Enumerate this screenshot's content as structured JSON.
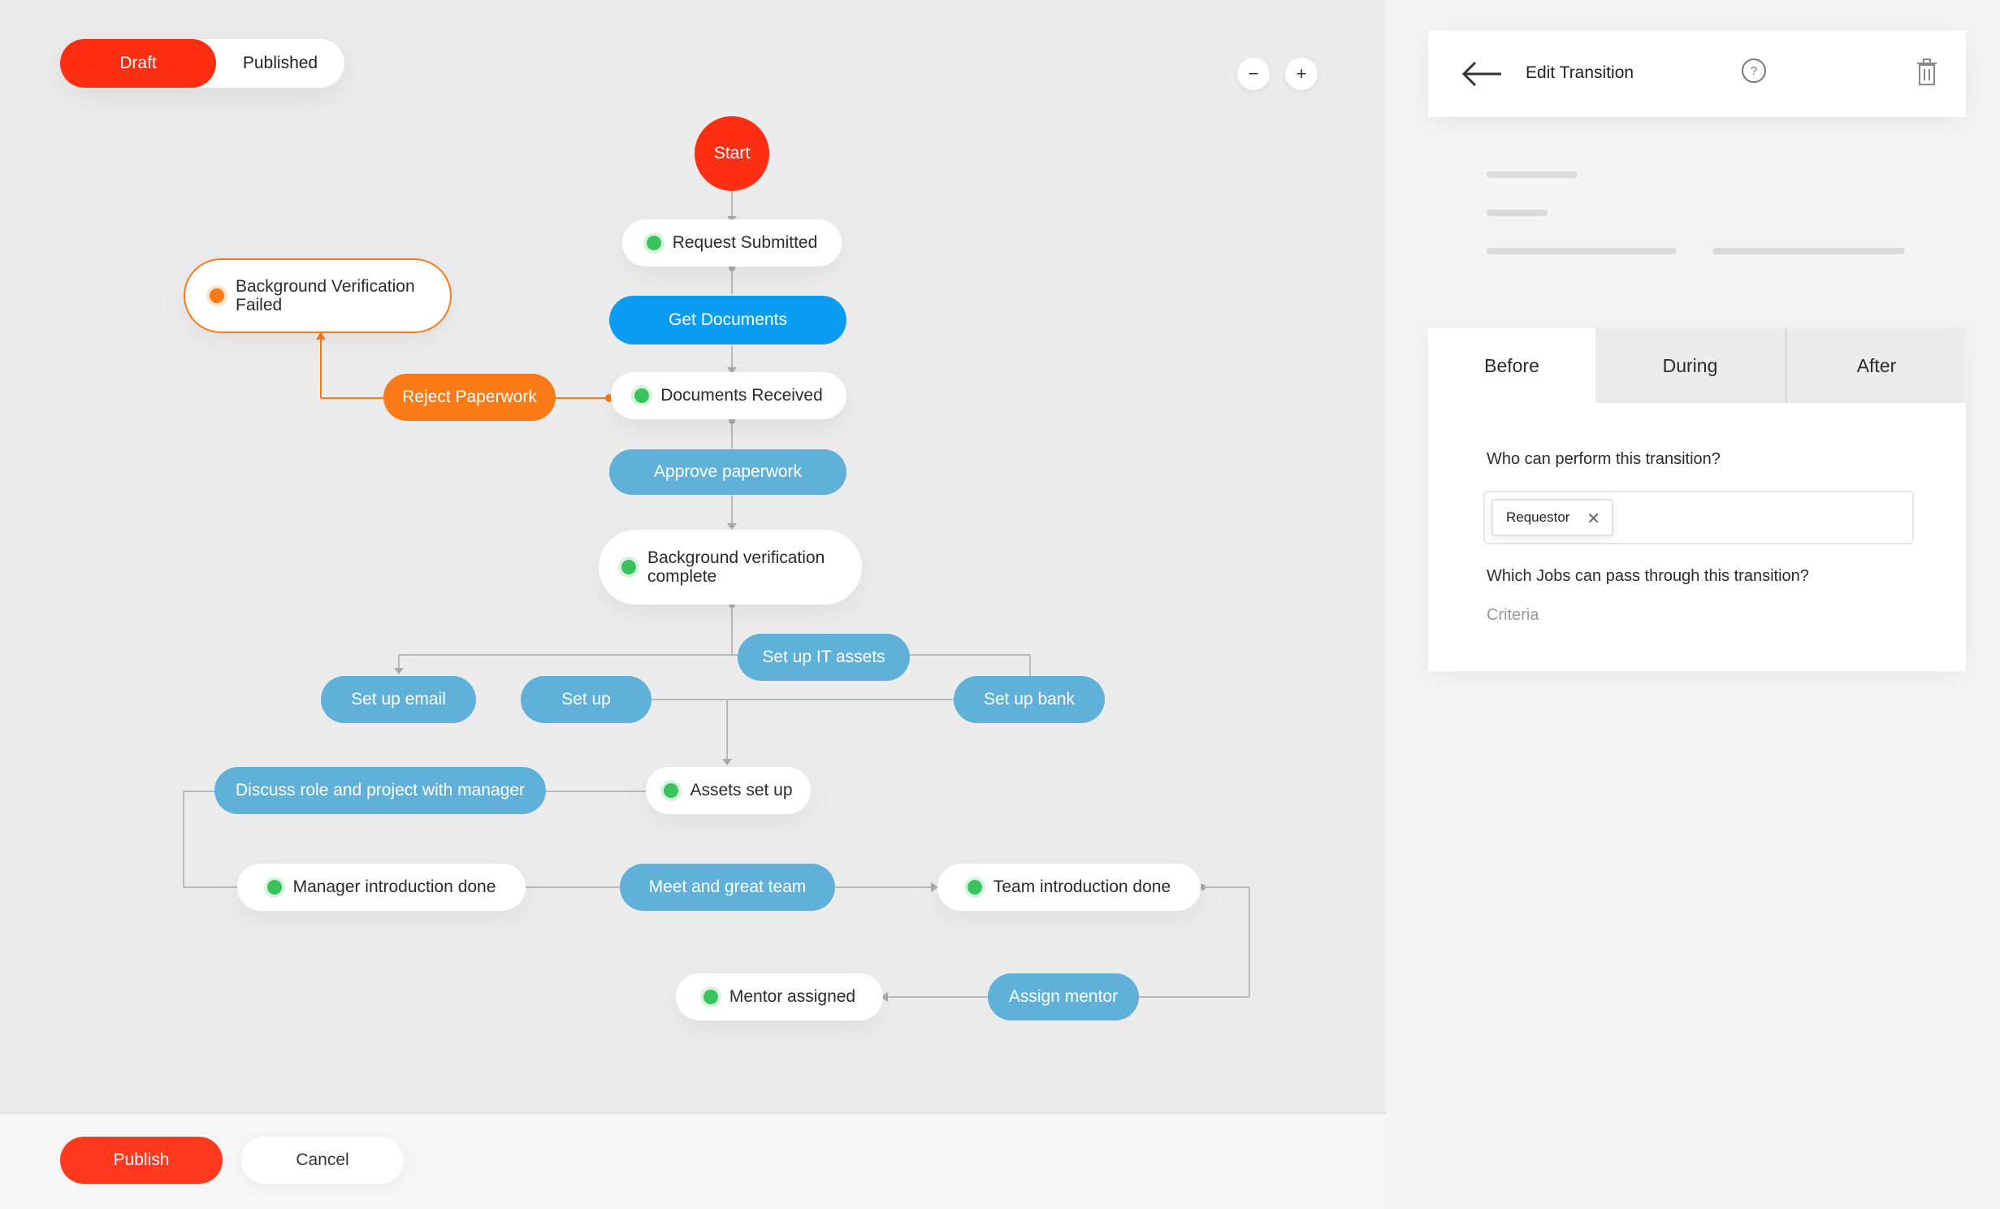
{
  "mode_toggle": {
    "draft": "Draft",
    "published": "Published"
  },
  "zoom": {
    "out": "−",
    "in": "+"
  },
  "flow": {
    "start": "Start",
    "background_failed": "Background Verification Failed",
    "request_submitted": "Request Submitted",
    "get_documents": "Get Documents",
    "reject_paperwork": "Reject Paperwork",
    "documents_received": "Documents Received",
    "approve_paperwork": "Approve paperwork",
    "background_complete": "Background verification complete",
    "set_up_it_assets": "Set up IT assets",
    "set_up_email": "Set up email",
    "set_up": "Set up",
    "set_up_bank": "Set up bank",
    "discuss_role": "Discuss role and project with manager",
    "assets_set_up": "Assets set up",
    "manager_intro_done": "Manager introduction done",
    "meet_and_greet": "Meet and great team",
    "team_intro_done": "Team introduction done",
    "mentor_assigned": "Mentor assigned",
    "assign_mentor": "Assign mentor"
  },
  "footer": {
    "publish": "Publish",
    "cancel": "Cancel"
  },
  "panel": {
    "title": "Edit Transition",
    "help": "?",
    "tabs": [
      "Before",
      "During",
      "After"
    ],
    "question_who": "Who can perform this transition?",
    "chip": "Requestor",
    "chip_remove": "✕",
    "question_jobs": "Which Jobs can pass through this transition?",
    "criteria": "Criteria"
  },
  "colors": {
    "accent_red": "#ff2f14",
    "transition_blue": "#5fb1d9",
    "primary_blue": "#0a9cf2",
    "orange": "#f97a16",
    "state_green": "#39c35d"
  }
}
